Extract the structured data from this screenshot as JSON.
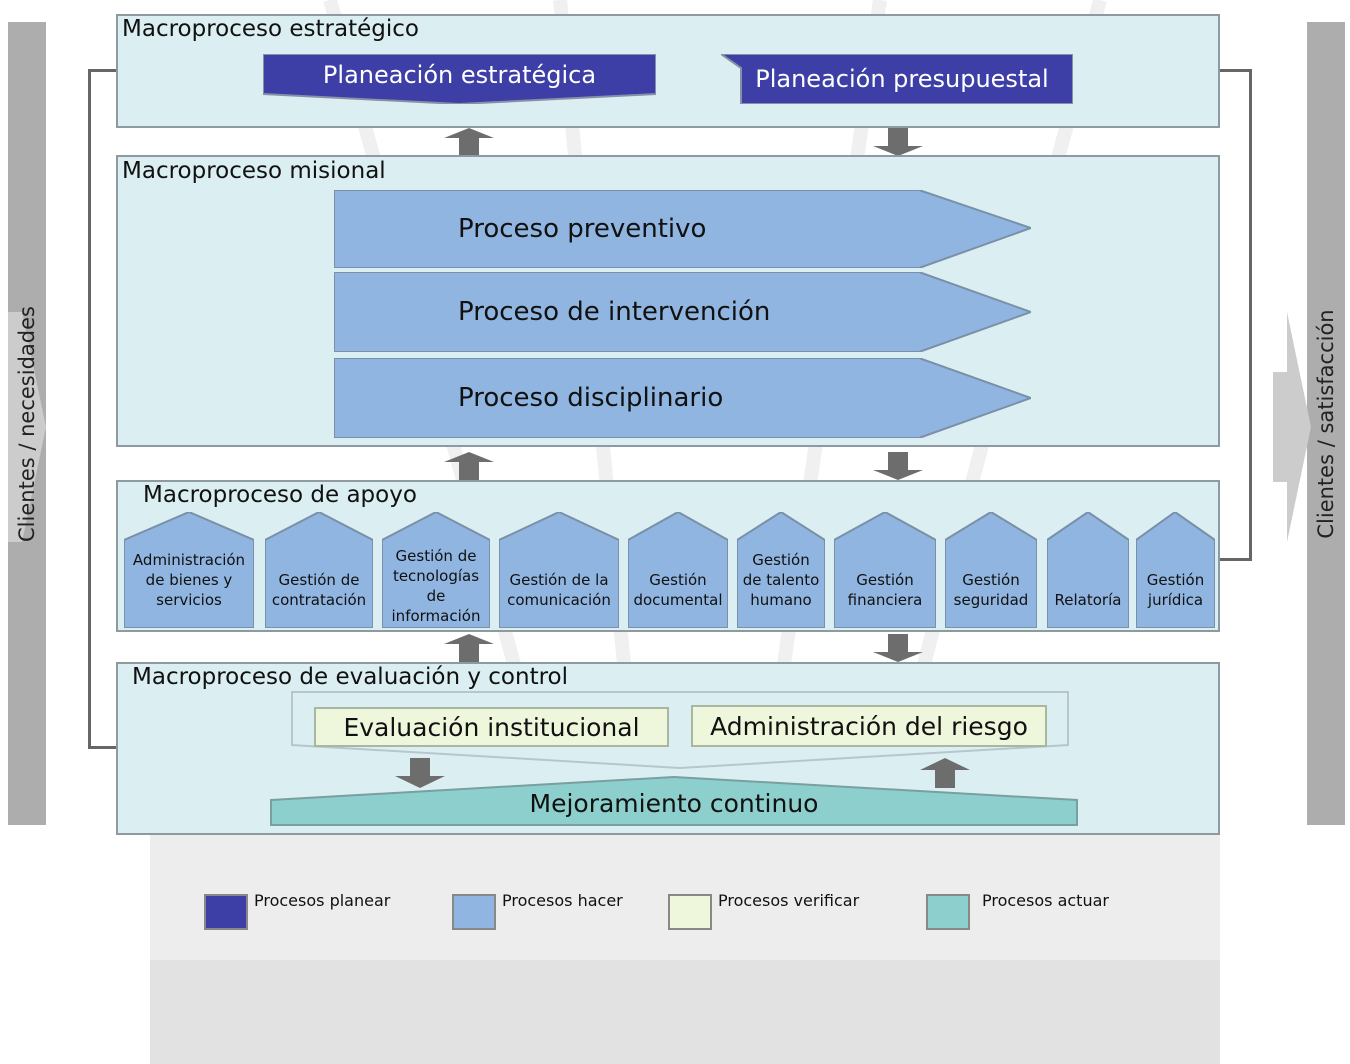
{
  "colors": {
    "planear": "#3d3fa6",
    "hacer": "#8fb5e0",
    "verificar": "#eef7dc",
    "actuar": "#8ccfcc",
    "macro_bg": "#dbeff2",
    "sidebar": "#adadad",
    "arrow": "#6d6d6d"
  },
  "sidebars": {
    "left_label": "Clientes / necesidades",
    "right_label": "Clientes / satisfacción"
  },
  "estrategico": {
    "title": "Macroproceso estratégico",
    "items": [
      "Planeación estratégica",
      "Planeación presupuestal"
    ]
  },
  "misional": {
    "title": "Macroproceso misional",
    "items": [
      "Proceso preventivo",
      "Proceso de intervención",
      "Proceso disciplinario"
    ]
  },
  "apoyo": {
    "title": "Macroproceso de apoyo",
    "items": [
      "Administración\nde bienes y\nservicios",
      "Gestión de\ncontratación",
      "Gestión de\ntecnologías\nde\ninformación",
      "Gestión de la\ncomunicación",
      "Gestión\ndocumental",
      "Gestión\nde talento\nhumano",
      "Gestión\nfinanciera",
      "Gestión\nseguridad",
      "Relatoría",
      "Gestión\njurídica"
    ]
  },
  "evaluacion": {
    "title": "Macroproceso de evaluación y control",
    "items": [
      "Evaluación institucional",
      "Administración del riesgo"
    ],
    "mejoramiento": "Mejoramiento continuo"
  },
  "legend": [
    {
      "label": "Procesos planear",
      "color": "#3d3fa6"
    },
    {
      "label": "Procesos hacer",
      "color": "#8fb5e0"
    },
    {
      "label": "Procesos verificar",
      "color": "#eef7dc"
    },
    {
      "label": "Procesos actuar",
      "color": "#8ccfcc"
    }
  ]
}
